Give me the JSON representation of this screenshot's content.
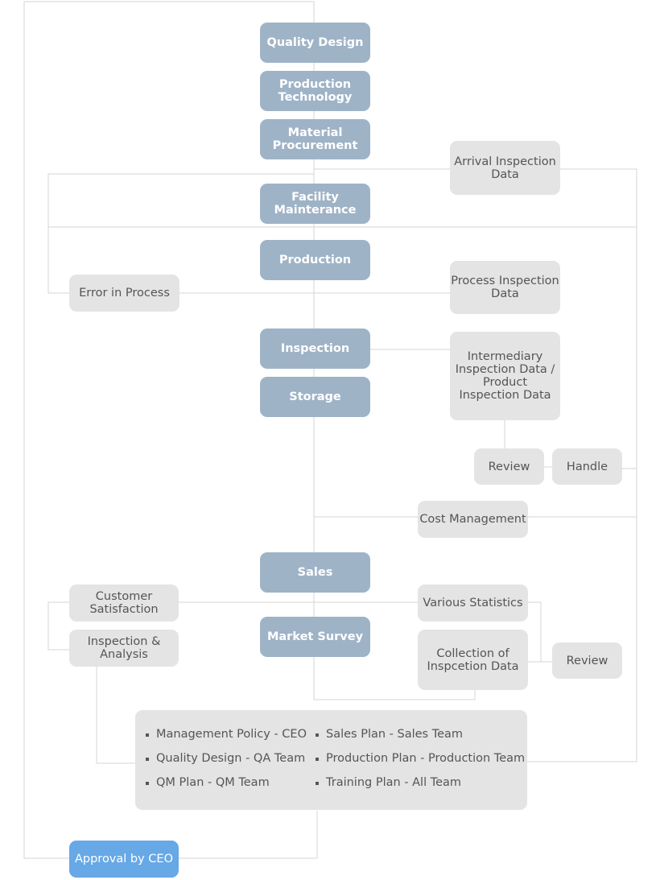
{
  "process_steps": {
    "quality_design": "Quality Design",
    "production_technology": "Production\nTechnology",
    "material_procurement": "Material\nProcurement",
    "facility_maintenance": "Facility\nMainterance",
    "production": "Production",
    "inspection": "Inspection",
    "storage": "Storage",
    "sales": "Sales",
    "market_survey": "Market Survey"
  },
  "side_items": {
    "arrival_inspection_data": "Arrival Inspection\nData",
    "error_in_process": "Error in Process",
    "process_inspection_data": "Process Inspection\nData",
    "intermediary_product_inspection_data": "Intermediary\nInspection Data /\nProduct\nInspection Data",
    "review_1": "Review",
    "handle": "Handle",
    "cost_management": "Cost Management",
    "customer_satisfaction": "Customer\nSatisfaction",
    "inspection_analysis": "Inspection &\nAnalysis",
    "various_statistics": "Various Statistics",
    "collection_of_inspection_data": "Collection of\nInspcetion Data",
    "review_2": "Review"
  },
  "plans": [
    "Management Policy - CEO",
    "Quality Design - QA Team",
    "QM Plan - QM Team",
    "Sales Plan - Sales Team",
    "Production Plan - Production Team",
    "Training Plan - All Team"
  ],
  "approval": "Approval by CEO",
  "colors": {
    "main_step": "#9fb3c7",
    "side_item": "#e4e4e4",
    "approval": "#67a8e6",
    "connector": "#d4d4d4"
  }
}
